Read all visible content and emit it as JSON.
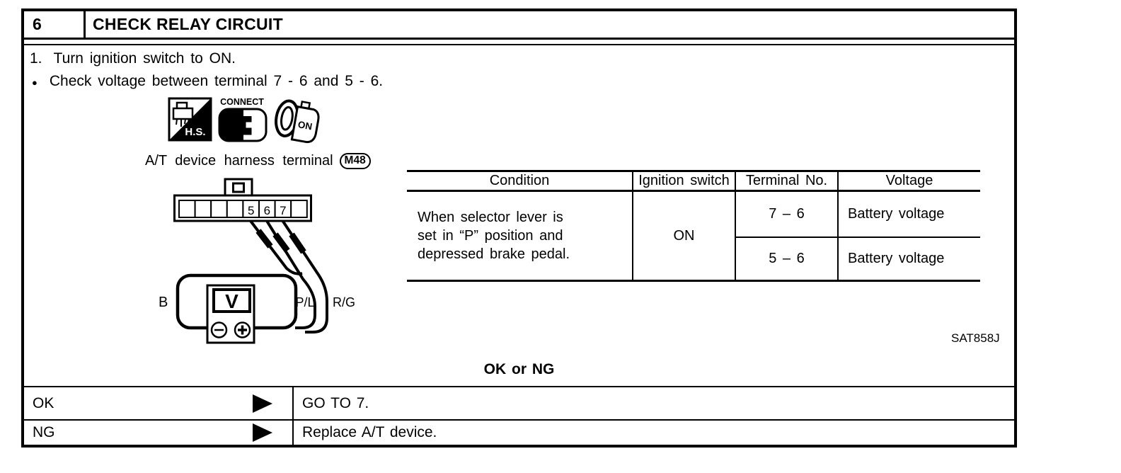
{
  "header": {
    "step_number": "6",
    "title": "CHECK RELAY CIRCUIT"
  },
  "instructions": {
    "step_prefix": "1.",
    "step_text": "Turn ignition switch to ON.",
    "bullet": "●",
    "bullet_text": "Check voltage between terminal 7 - 6 and 5 - 6."
  },
  "icons": {
    "hs_label": "H.S.",
    "connect_label": "CONNECT",
    "ignition_on_label": "ON"
  },
  "diagram": {
    "harness_label": "A/T device harness terminal",
    "connector_id": "M48",
    "terminals": [
      "5",
      "6",
      "7"
    ],
    "meter_symbol": "V",
    "wire_labels": {
      "left": "B",
      "middle": "P/L",
      "right": "R/G"
    }
  },
  "table": {
    "headers": [
      "Condition",
      "Ignition switch",
      "Terminal No.",
      "Voltage"
    ],
    "condition_lines": [
      "When selector lever is",
      "set in “P” position and",
      "depressed brake pedal."
    ],
    "ignition_switch": "ON",
    "rows": [
      {
        "terminal": "7 – 6",
        "voltage": "Battery voltage"
      },
      {
        "terminal": "5 – 6",
        "voltage": "Battery voltage"
      }
    ]
  },
  "figure_code": "SAT858J",
  "decision_label": "OK or NG",
  "results": [
    {
      "label": "OK",
      "action": "GO TO 7."
    },
    {
      "label": "NG",
      "action": "Replace A/T device."
    }
  ],
  "colors": {
    "ink": "#000000",
    "paper": "#ffffff"
  }
}
